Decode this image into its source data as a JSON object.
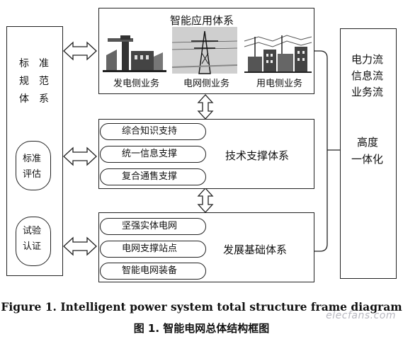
{
  "left_panel": {
    "title_line1": "标　准",
    "title_line2": "规　范",
    "title_line3": "体　系",
    "eval_line1": "标准",
    "eval_line2": "评估",
    "cert_line1": "试验",
    "cert_line2": "认证"
  },
  "top_box": {
    "title": "智能应用体系",
    "items": [
      "发电侧业务",
      "电网侧业务",
      "用电侧业务"
    ]
  },
  "middle_box": {
    "title": "技术支撑体系",
    "items": [
      "综合知识支持",
      "统一信息支撑",
      "复合通售支撑"
    ]
  },
  "bottom_box": {
    "title": "发展基础体系",
    "items": [
      "坚强实体电网",
      "电网支撑站点",
      "智能电网装备"
    ]
  },
  "right_panel": {
    "line1": "电力流",
    "line2": "信息流",
    "line3": "业务流",
    "line4": "高度",
    "line5": "一体化"
  },
  "caption_en": "Figure 1. Intelligent power system total structure frame diagram",
  "caption_zh": "图 1.  智能电网总体结构框图",
  "watermark": "elecfans.com"
}
